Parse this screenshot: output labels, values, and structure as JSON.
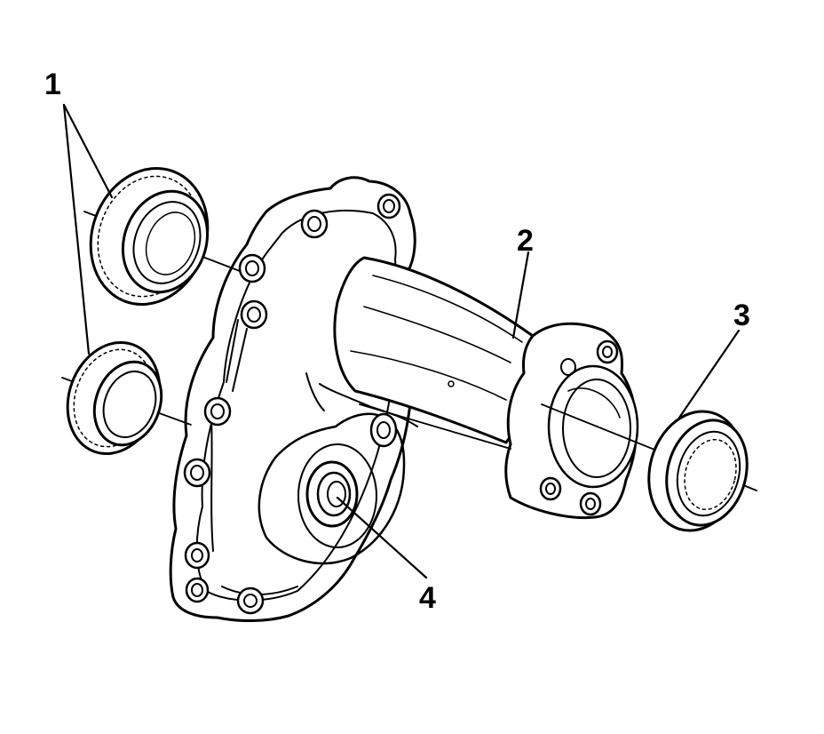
{
  "diagram": {
    "colors": {
      "ink": "#000000",
      "background": "#ffffff"
    },
    "callouts": [
      {
        "id": "c1",
        "text": "1"
      },
      {
        "id": "c2",
        "text": "2"
      },
      {
        "id": "c3",
        "text": "3"
      },
      {
        "id": "c4",
        "text": "4"
      }
    ]
  }
}
